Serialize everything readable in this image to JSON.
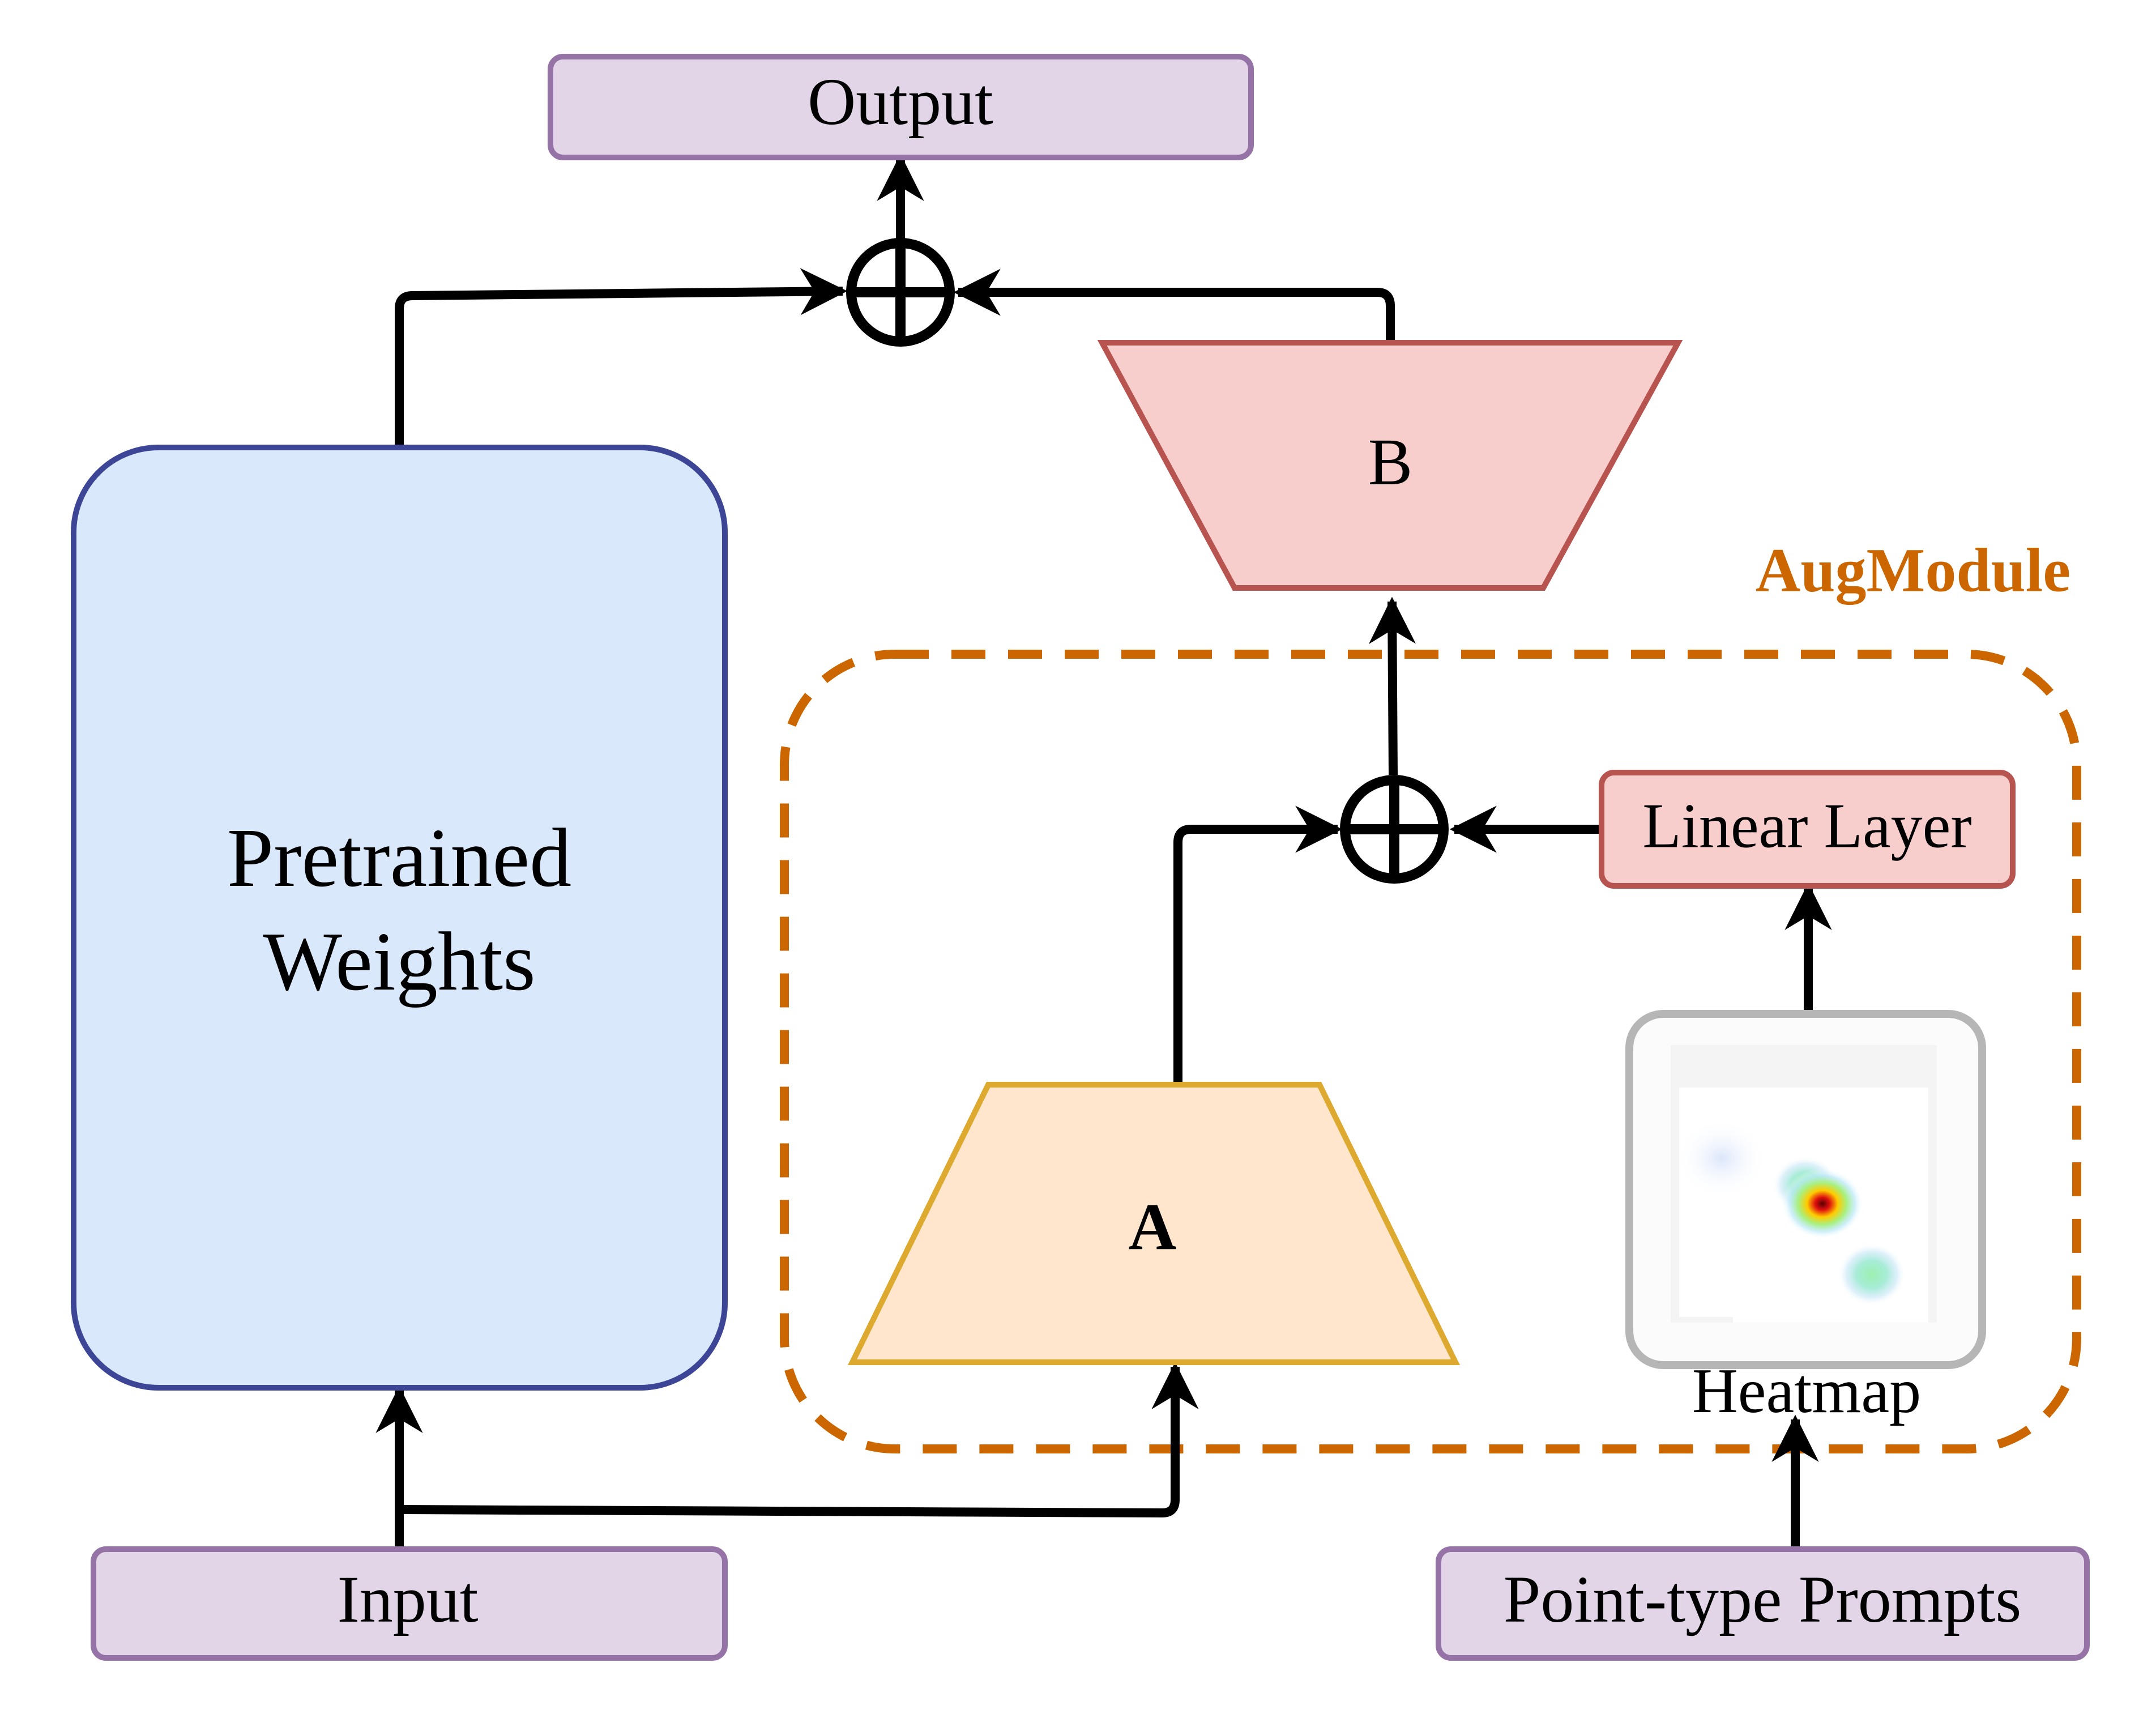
{
  "nodes": {
    "output": {
      "label": "Output"
    },
    "input": {
      "label": "Input"
    },
    "pretrained": {
      "line1": "Pretrained",
      "line2": "Weights"
    },
    "b_block": {
      "label": "B"
    },
    "a_block": {
      "label": "A"
    },
    "linear_layer": {
      "label": "Linear Layer"
    },
    "heatmap": {
      "label": "Heatmap"
    },
    "point_prompts": {
      "label": "Point-type Prompts"
    }
  },
  "group": {
    "label": "AugModule"
  },
  "colors": {
    "purple_fill": "#E1D5E7",
    "purple_stroke": "#9673A6",
    "blue_fill": "#DAE8FC",
    "blue_stroke": "#3C4596",
    "red_fill": "#F8CECC",
    "red_stroke": "#B85450",
    "orange_fill": "#FFE6CC",
    "orange_stroke": "#DDA92F",
    "group_stroke": "#CC6600",
    "arrow": "#000000"
  },
  "icons": {
    "sum": "circled-plus-icon"
  }
}
